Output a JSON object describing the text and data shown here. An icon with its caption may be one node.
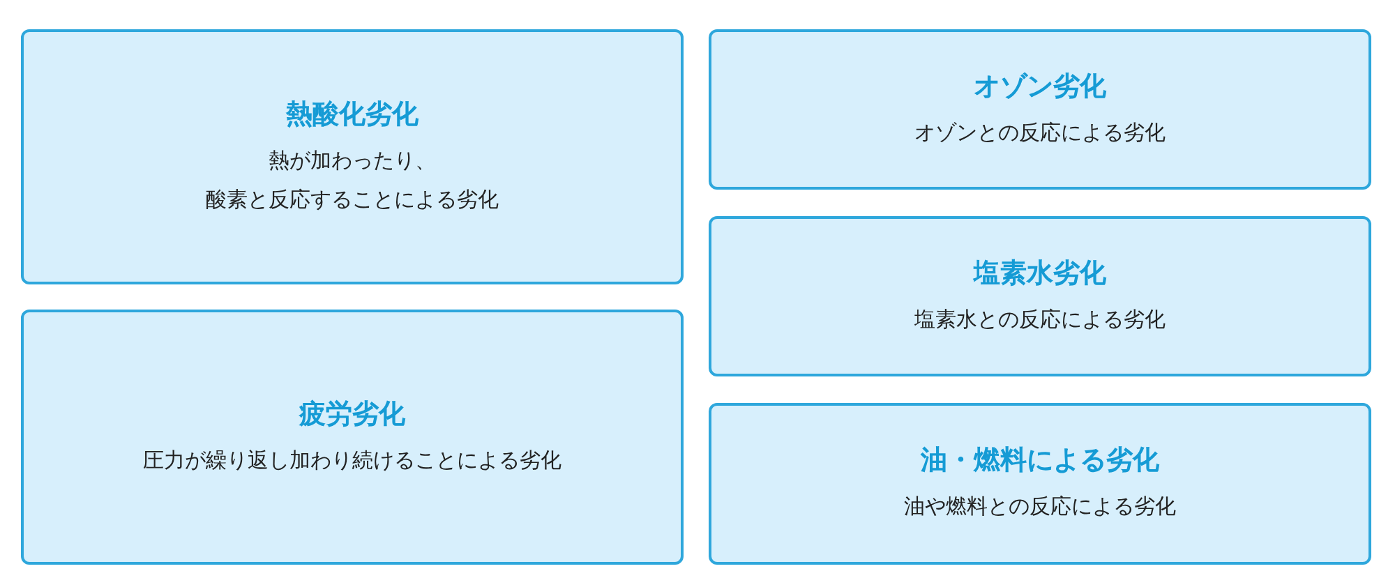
{
  "diagram": {
    "nodes": [
      {
        "text": [
          "熱酸化劣化",
          "熱が加わったり、酸素と反応することによる劣化"
        ]
      },
      {
        "text": [
          "疲労劣化",
          "圧力が繰り返し加わり続けることによる劣化"
        ]
      },
      {
        "text": [
          "オゾン劣化",
          "オゾンとの反応による劣化"
        ]
      },
      {
        "text": [
          "塩素水劣化",
          "塩素水との反応による劣化"
        ]
      },
      {
        "text": [
          "油・燃料による劣化",
          "油や燃料との反応による劣化"
        ]
      }
    ],
    "edges": []
  }
}
